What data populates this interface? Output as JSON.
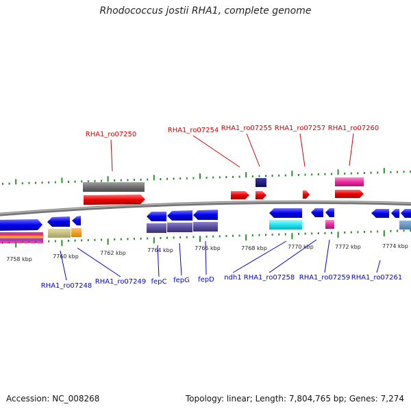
{
  "title": "Rhodococcus jostii RHA1, complete genome",
  "footer": {
    "accession": "Accession: NC_008268",
    "topology": "Topology: linear; Length: 7,804,765 bp; Genes: 7,274"
  },
  "colors": {
    "top_label": "#cc0000",
    "bottom_label": "#0000cc",
    "tick": "#2a8a2a"
  },
  "ticks": [
    "7758 kbp",
    "7760 kbp",
    "7762 kbp",
    "7764 kbp",
    "7766 kbp",
    "7768 kbp",
    "7770 kbp",
    "7772 kbp",
    "7774 kbp"
  ],
  "top_labels": [
    "RHA1_ro07250",
    "RHA1_ro07254",
    "RHA1_ro07255",
    "RHA1_ro07257",
    "RHA1_ro07260"
  ],
  "bottom_labels": [
    "RHA1_ro07248",
    "RHA1_ro07249",
    "fepC",
    "fepG",
    "fepD",
    "ndh1",
    "RHA1_ro07258",
    "RHA1_ro07259",
    "RHA1_ro07261"
  ]
}
